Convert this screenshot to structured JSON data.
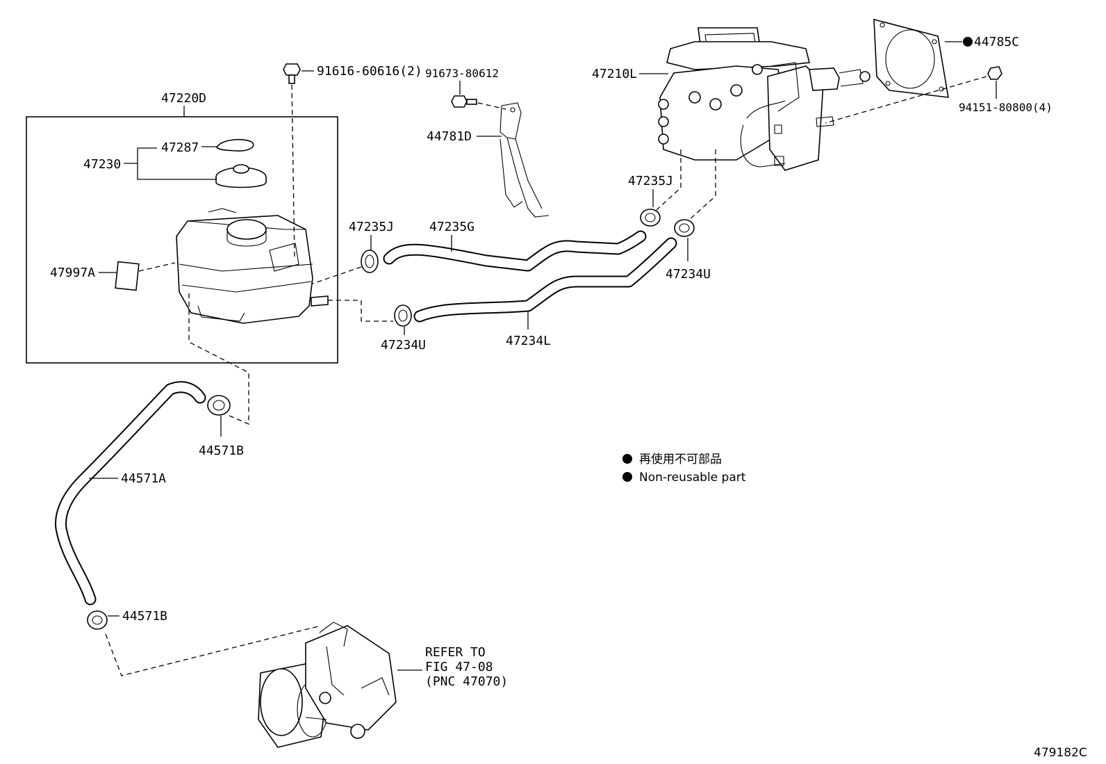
{
  "labels": {
    "reservoir_assy": "47220D",
    "cap_gasket": "47287",
    "cap_set": "47230",
    "label_plate": "47997A",
    "bolt_reservoir": "91616-60616(2)",
    "bolt_bracket": "91673-80612",
    "bracket": "44781D",
    "booster": "47210L",
    "gasket": "44785C",
    "nut": "94151-80800(4)",
    "clip_upper_left": "47235J",
    "hose_upper": "47235G",
    "clip_upper_right": "47235J",
    "clip_lower_right": "47234U",
    "clip_lower_left": "47234U",
    "hose_lower": "47234L",
    "clip_pump_upper": "44571B",
    "hose_pump": "44571A",
    "clip_pump_lower": "44571B"
  },
  "refer": {
    "line1": "REFER TO",
    "line2": "FIG 47-08",
    "line3": "(PNC 47070)"
  },
  "legend": {
    "japanese": "再使用不可部品",
    "english": "Non-reusable part"
  },
  "figure_id": "479182C"
}
